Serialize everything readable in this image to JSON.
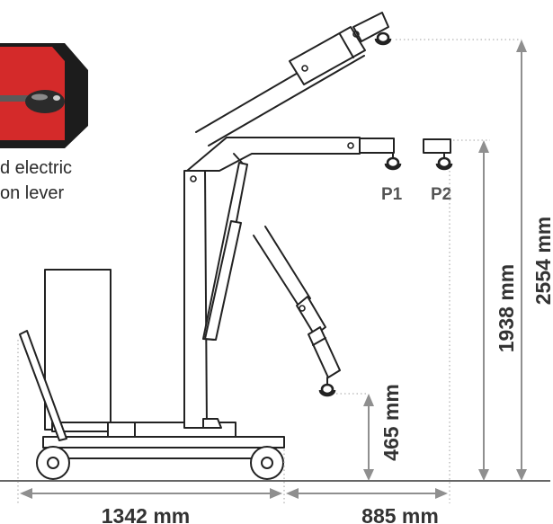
{
  "caption": {
    "line1": "d electric",
    "line2": "on lever"
  },
  "positions": {
    "p1": "P1",
    "p2": "P2"
  },
  "dimensions": {
    "max_height": "2554 mm",
    "p1_height": "1938 mm",
    "min_hook_height": "465 mm",
    "base_length": "1342 mm",
    "reach": "885 mm"
  },
  "colors": {
    "photo_red": "#d42a2a",
    "photo_dark": "#1c1c1c",
    "line": "#222222",
    "dimension": "#8f8f8f"
  }
}
